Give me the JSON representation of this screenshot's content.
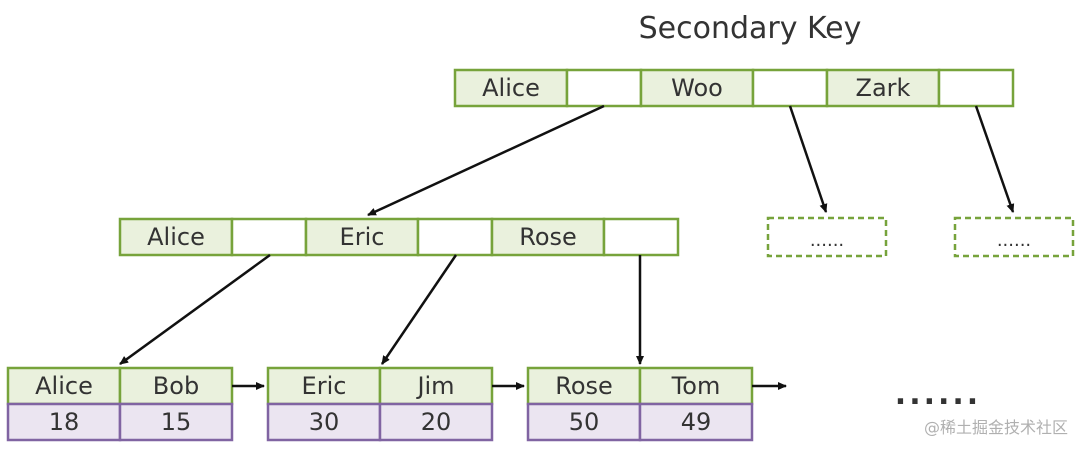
{
  "title": "Secondary Key",
  "colors": {
    "key_fill": "#eaf1dd",
    "key_stroke": "#77a33b",
    "value_fill": "#ebe5f1",
    "value_stroke": "#8064a2",
    "arrow": "#111111",
    "pointer_fill": "#ffffff"
  },
  "root_node": {
    "keys": [
      "Alice",
      "Woo",
      "Zark"
    ]
  },
  "internal_node": {
    "keys": [
      "Alice",
      "Eric",
      "Rose"
    ]
  },
  "placeholder_nodes": [
    "......",
    "......"
  ],
  "leaf_nodes": [
    {
      "keys": [
        "Alice",
        "Bob"
      ],
      "values": [
        "18",
        "15"
      ]
    },
    {
      "keys": [
        "Eric",
        "Jim"
      ],
      "values": [
        "30",
        "20"
      ]
    },
    {
      "keys": [
        "Rose",
        "Tom"
      ],
      "values": [
        "50",
        "49"
      ]
    }
  ],
  "continuation": "......",
  "watermark": "@稀土掘金技术社区"
}
